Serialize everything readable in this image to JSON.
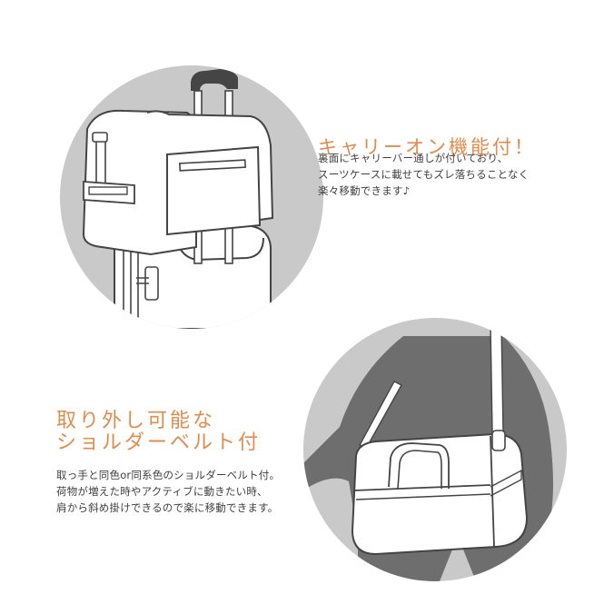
{
  "features": [
    {
      "title": "キャリーオン機能付！",
      "body_lines": [
        "裏面にキャリーバー通しが付いており、",
        "スーツケースに載せてもズレ落ちることなく",
        "楽々移動できます♪"
      ],
      "illustration": "bag-on-suitcase-illustration"
    },
    {
      "title_lines": [
        "取り外し可能な",
        "ショルダーベルト付"
      ],
      "body_lines": [
        "取っ手と同色or同系色のショルダーベルト付。",
        "荷物が増えた時やアクティブに動きたい時、",
        "肩から斜め掛けできるので楽に移動できます。"
      ],
      "illustration": "shoulder-bag-person-illustration"
    }
  ],
  "colors": {
    "accent": "#e08c4e",
    "text": "#404040",
    "circle": "#c9c9c9",
    "figure": "#6e6e6e"
  }
}
